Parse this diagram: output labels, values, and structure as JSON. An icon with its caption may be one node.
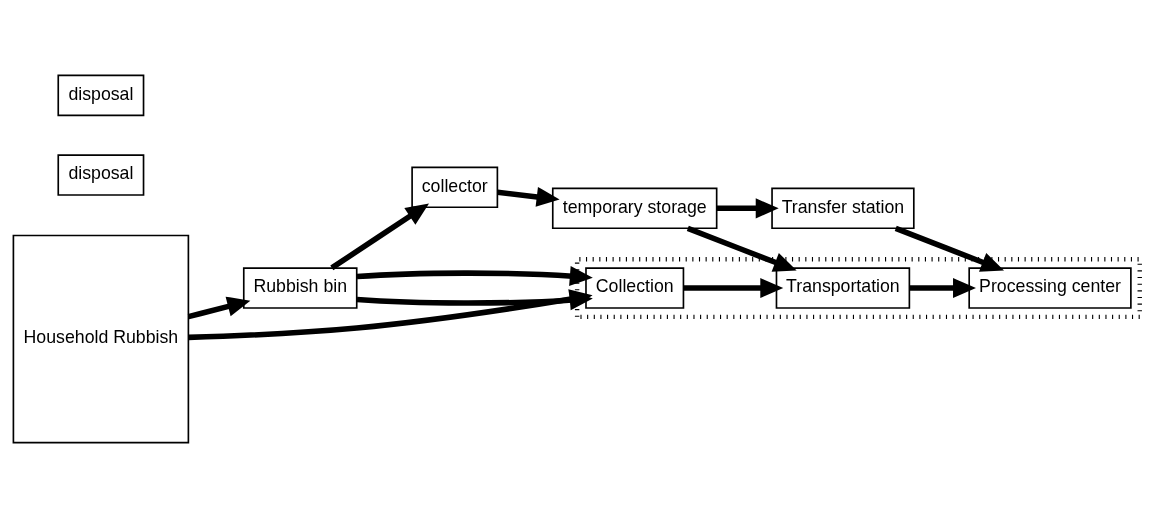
{
  "diagram": {
    "nodes": [
      {
        "text": [
          "Household Rubbish"
        ]
      },
      {
        "text": [
          "Rubbish bin"
        ]
      },
      {
        "text": [
          "collector"
        ]
      },
      {
        "text": [
          "temporary storage"
        ]
      },
      {
        "text": [
          "Transfer station"
        ]
      },
      {
        "text": [
          "disposal"
        ]
      },
      {
        "text": [],
        "shape": "box"
      },
      {
        "text": [
          "Collection"
        ],
        "in": 6
      },
      {
        "text": [
          "Transportation"
        ],
        "in": 6
      },
      {
        "text": [
          "Processing center"
        ],
        "in": 6
      },
      {
        "text": [
          "disposal"
        ]
      }
    ],
    "edges": [
      {
        "from": 0,
        "to": 1,
        "arrow": "to"
      },
      {
        "from": 1,
        "to": 2,
        "arrow": "to"
      },
      {
        "from": 2,
        "to": 3,
        "arrow": "to"
      },
      {
        "from": 3,
        "to": 4,
        "arrow": "to"
      },
      {
        "from": 1,
        "to": 7,
        "arrow": "to"
      },
      {
        "from": 1,
        "to": 7,
        "arrow": "to"
      },
      {
        "from": 0,
        "to": 7,
        "arrow": "to"
      },
      {
        "from": 3,
        "to": 8,
        "arrow": "to"
      },
      {
        "from": 4,
        "to": 9,
        "arrow": "to"
      },
      {
        "from": 7,
        "to": 8,
        "arrow": "to"
      },
      {
        "from": 8,
        "to": 9,
        "arrow": "to"
      }
    ]
  }
}
